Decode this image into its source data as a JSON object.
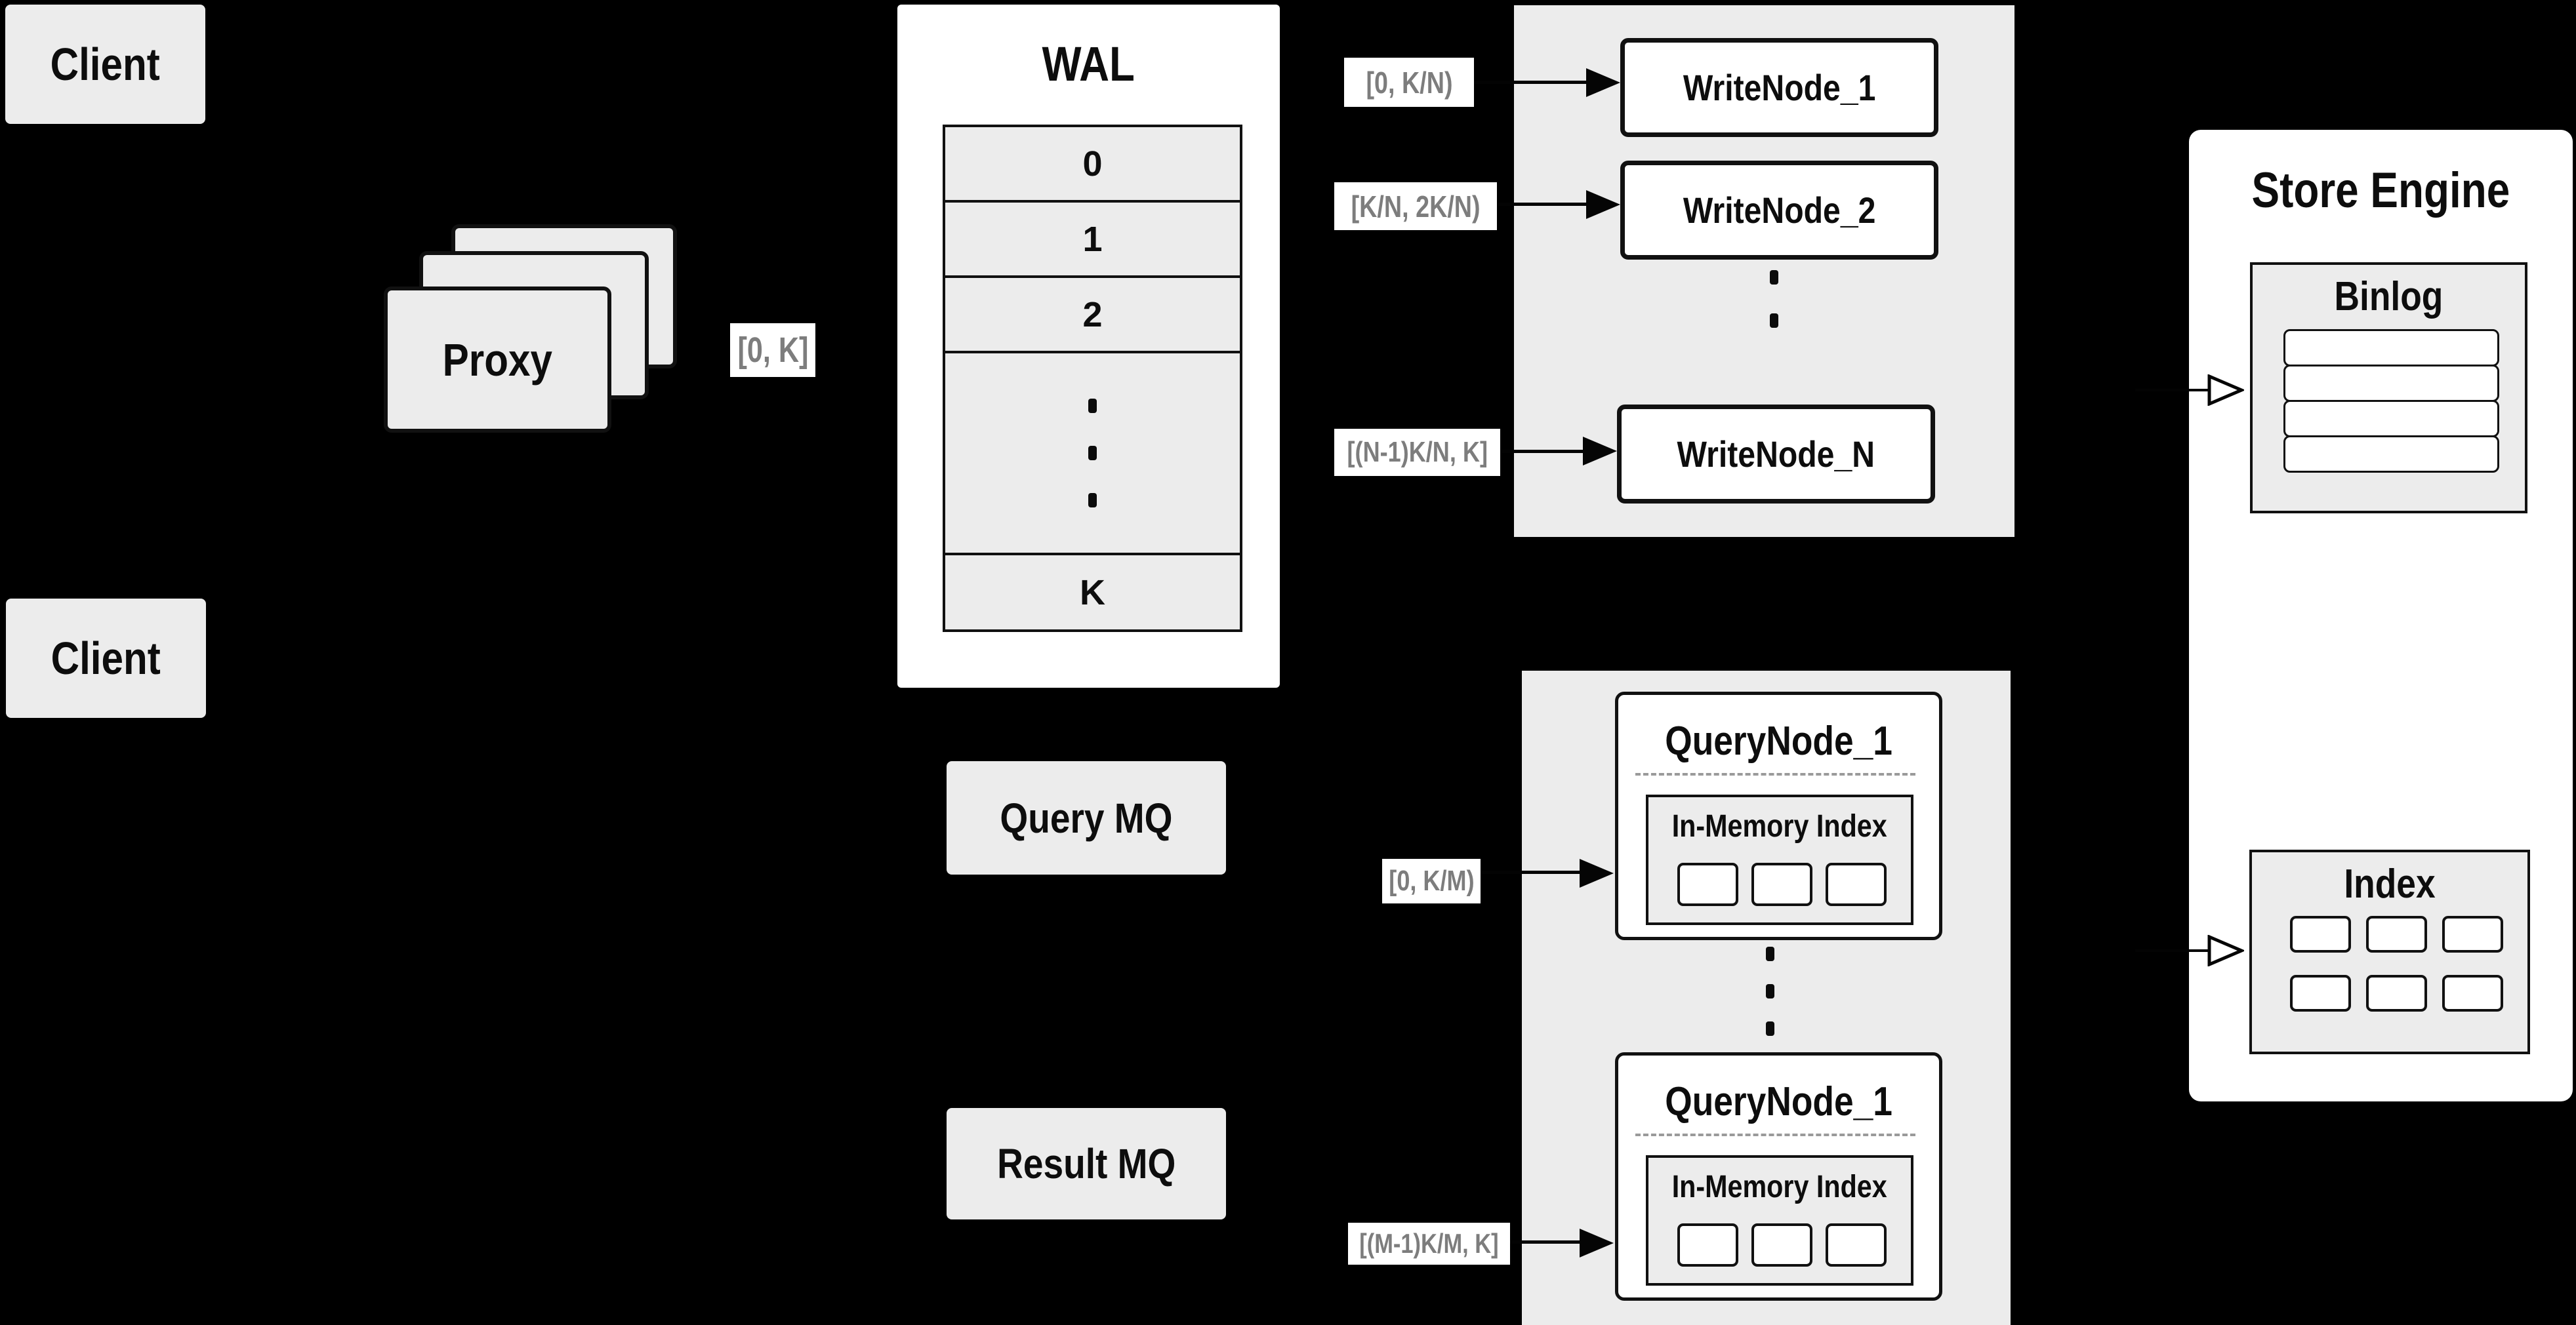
{
  "colors": {
    "background": "#000000",
    "panel_gray": "#ececec",
    "box_white": "#ffffff",
    "border_black": "#111111",
    "range_label_text": "#7d7d7d",
    "dashed_separator": "#9a9a9a"
  },
  "client_top": {
    "label": "Client"
  },
  "client_bottom": {
    "label": "Client"
  },
  "proxy": {
    "label": "Proxy"
  },
  "labels": {
    "proxy_range": "[0, K]",
    "write_1": "[0, K/N)",
    "write_2": "[K/N, 2K/N)",
    "write_n": "[(N-1)K/N, K]",
    "query_1": "[0, K/M)",
    "query_m": "[(M-1)K/M, K]"
  },
  "wal": {
    "title": "WAL",
    "rows": [
      "0",
      "1",
      "2",
      "K"
    ]
  },
  "write_nodes": {
    "node_1": "WriteNode_1",
    "node_2": "WriteNode_2",
    "node_n": "WriteNode_N"
  },
  "mq": {
    "query": "Query MQ",
    "result": "Result MQ"
  },
  "query_nodes": {
    "top": {
      "title": "QueryNode_1",
      "inner_title": "In-Memory Index"
    },
    "bottom": {
      "title": "QueryNode_1",
      "inner_title": "In-Memory Index"
    }
  },
  "store_engine": {
    "title": "Store Engine",
    "binlog_title": "Binlog",
    "index_title": "Index"
  }
}
